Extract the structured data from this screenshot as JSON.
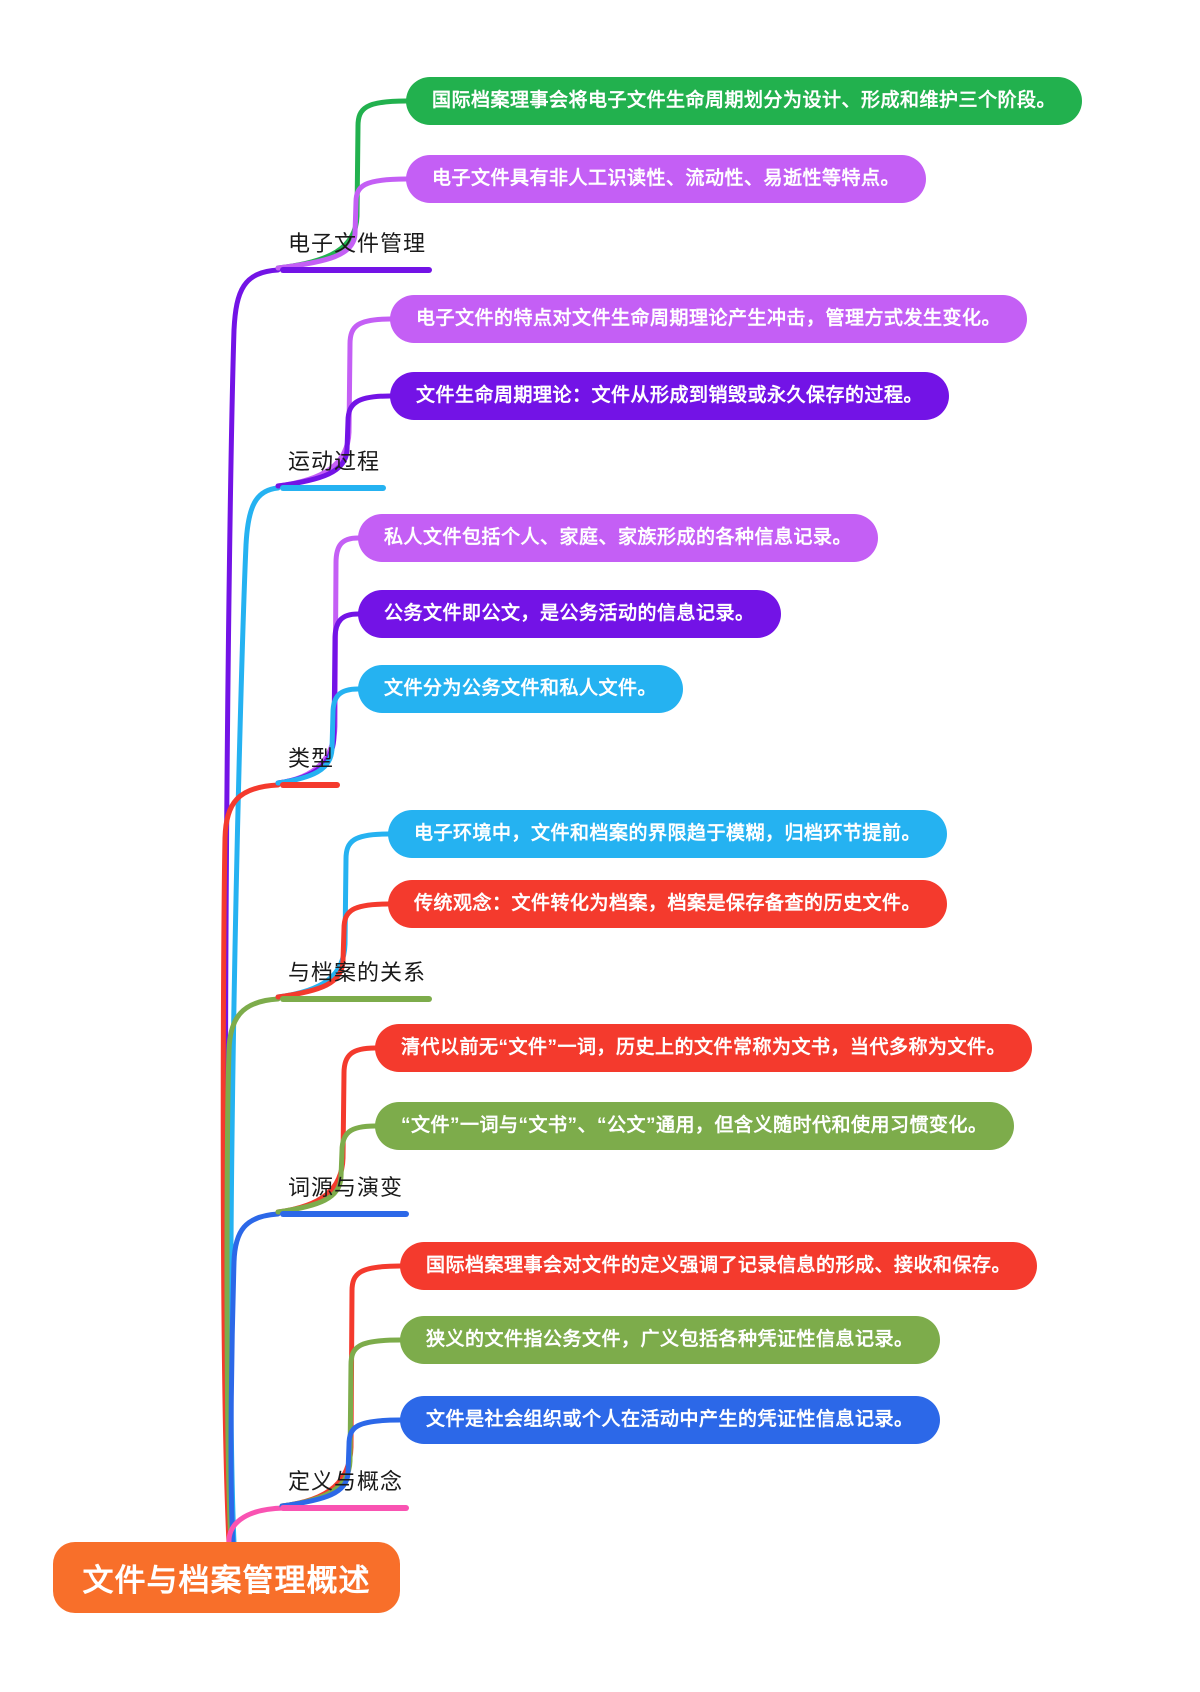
{
  "root": {
    "label": "文件与档案管理概述",
    "color": "#F86F2A"
  },
  "palette": {
    "green": "#22B14E",
    "light_purple": "#C45FF5",
    "dark_purple": "#7313E6",
    "cyan": "#25B2F1",
    "red": "#F43A2D",
    "olive_green": "#7DAC4B",
    "blue": "#2C68E8",
    "pink": "#F953B2",
    "orange": "#F86F2A",
    "label_text": "#1A1A1A",
    "leaf_text": "#FFFFFF",
    "background": "#FFFFFF"
  },
  "branches": [
    {
      "label": "电子文件管理",
      "color": "#7313E6",
      "leaves": [
        {
          "text": "国际档案理事会将电子文件生命周期划分为设计、形成和维护三个阶段。",
          "color": "#22B14E"
        },
        {
          "text": "电子文件具有非人工识读性、流动性、易逝性等特点。",
          "color": "#C45FF5"
        }
      ]
    },
    {
      "label": "运动过程",
      "color": "#25B2F1",
      "leaves": [
        {
          "text": "电子文件的特点对文件生命周期理论产生冲击，管理方式发生变化。",
          "color": "#C45FF5"
        },
        {
          "text": "文件生命周期理论：文件从形成到销毁或永久保存的过程。",
          "color": "#7313E6"
        }
      ]
    },
    {
      "label": "类型",
      "color": "#F43A2D",
      "leaves": [
        {
          "text": "私人文件包括个人、家庭、家族形成的各种信息记录。",
          "color": "#C45FF5"
        },
        {
          "text": "公务文件即公文，是公务活动的信息记录。",
          "color": "#7313E6"
        },
        {
          "text": "文件分为公务文件和私人文件。",
          "color": "#25B2F1"
        }
      ]
    },
    {
      "label": "与档案的关系",
      "color": "#7DAC4B",
      "leaves": [
        {
          "text": "电子环境中，文件和档案的界限趋于模糊，归档环节提前。",
          "color": "#25B2F1"
        },
        {
          "text": "传统观念：文件转化为档案，档案是保存备查的历史文件。",
          "color": "#F43A2D"
        }
      ]
    },
    {
      "label": "词源与演变",
      "color": "#2C68E8",
      "leaves": [
        {
          "text": "清代以前无“文件”一词，历史上的文件常称为文书，当代多称为文件。",
          "color": "#F43A2D"
        },
        {
          "text": "“文件”一词与“文书”、“公文”通用，但含义随时代和使用习惯变化。",
          "color": "#7DAC4B"
        }
      ]
    },
    {
      "label": "定义与概念",
      "color": "#F953B2",
      "leaves": [
        {
          "text": "国际档案理事会对文件的定义强调了记录信息的形成、接收和保存。",
          "color": "#F43A2D"
        },
        {
          "text": "狭义的文件指公务文件，广义包括各种凭证性信息记录。",
          "color": "#7DAC4B"
        },
        {
          "text": "文件是社会组织或个人在活动中产生的凭证性信息记录。",
          "color": "#2C68E8"
        }
      ]
    }
  ]
}
